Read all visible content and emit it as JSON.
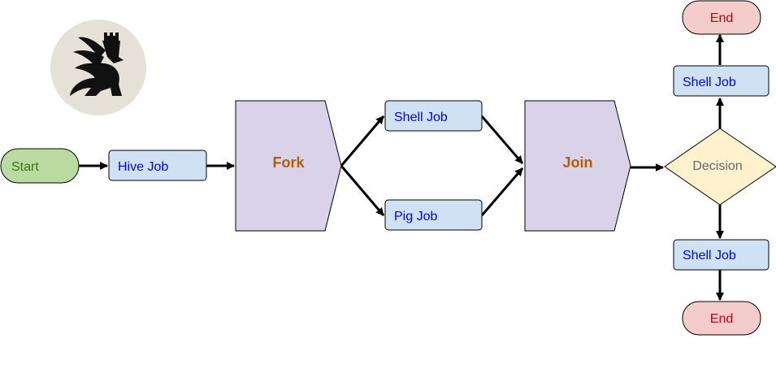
{
  "colors": {
    "start_fill": "#b9dba0",
    "start_text": "#38761d",
    "job_fill": "#cfe2f3",
    "job_text": "#0000ff",
    "forkjoin_fill": "#d9d2e9",
    "forkjoin_text": "#b45f06",
    "decision_fill": "#fff2cc",
    "decision_text": "#666666",
    "end_fill": "#f4cccc",
    "end_text": "#cc0000",
    "logo_bg": "#e6e1d6",
    "edge": "#000000"
  },
  "logo": {
    "icon": "griffin-logo-icon"
  },
  "nodes": {
    "start": "Start",
    "hive_job": "Hive Job",
    "fork": "Fork",
    "shell_job_upper": "Shell Job",
    "pig_job": "Pig Job",
    "join": "Join",
    "decision": "Decision",
    "shell_job_top": "Shell Job",
    "end_top": "End",
    "shell_job_bottom": "Shell Job",
    "end_bottom": "End"
  }
}
